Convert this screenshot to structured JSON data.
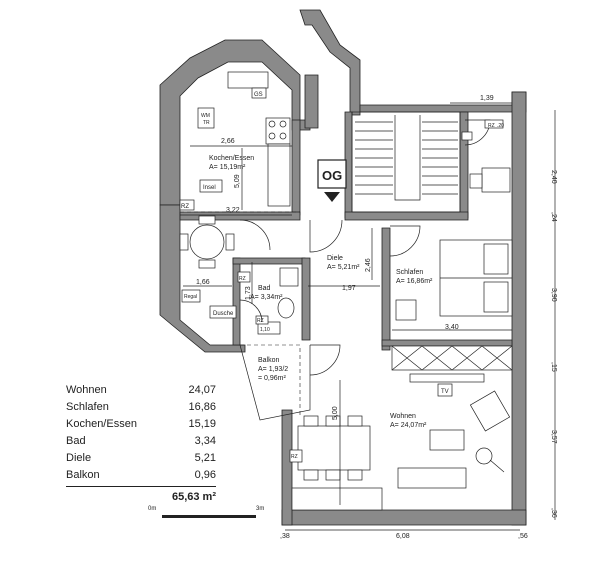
{
  "rooms": {
    "kochen": {
      "name": "Kochen/Essen",
      "area": "A= 15,19m²"
    },
    "bad": {
      "name": "Bad",
      "area": "A= 3,34m²"
    },
    "diele": {
      "name": "Diele",
      "area": "A= 5,21m²"
    },
    "schlafen": {
      "name": "Schlafen",
      "area": "A= 16,86m²"
    },
    "balkon": {
      "name": "Balkon",
      "area1": "A= 1,93/2",
      "area2": "= 0,96m²"
    },
    "wohnen": {
      "name": "Wohnen",
      "area": "A= 24,07m²"
    }
  },
  "fixtures": {
    "insel": "Insel",
    "wm": "WM",
    "tr": "TR",
    "gs": "GS",
    "rz": "RZ",
    "regal": "Regal",
    "dusche": "Dusche",
    "tv": "TV",
    "og_mark": "OG",
    "bad_sub": "1,10",
    "hole_mark": ".20"
  },
  "dimensions": {
    "d266": "2,66",
    "d509": "5,09",
    "d322": "3,22",
    "d166": "1,66",
    "d173": "1,73",
    "d197": "1,97",
    "d246": "2,46",
    "d340": "3,40",
    "d500": "5,00",
    "d139": "1,39",
    "d240": "2,40",
    "d24": ",24",
    "d390": "3,90",
    "d15": ",15",
    "d357": "3,57",
    "d36": ",36",
    "d38": ",38",
    "d608": "6,08",
    "d56": ",56"
  },
  "area_table": {
    "rows": [
      {
        "label": "Wohnen",
        "value": "24,07"
      },
      {
        "label": "Schlafen",
        "value": "16,86"
      },
      {
        "label": "Kochen/Essen",
        "value": "15,19"
      },
      {
        "label": "Bad",
        "value": "3,34"
      },
      {
        "label": "Diele",
        "value": "5,21"
      },
      {
        "label": "Balkon",
        "value": "0,96"
      }
    ],
    "total": "65,63 m²"
  },
  "scale": {
    "left": "0m",
    "right": "3m"
  }
}
